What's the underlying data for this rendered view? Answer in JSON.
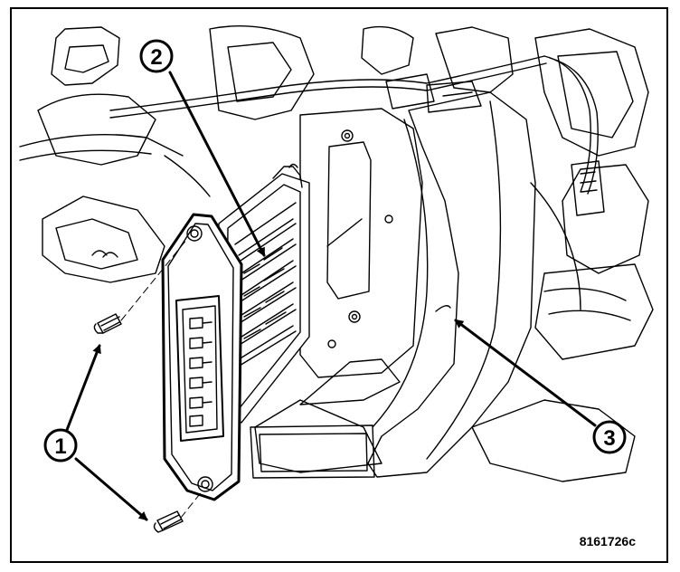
{
  "figure": {
    "code": "8161726c",
    "callouts": [
      {
        "number": "1"
      },
      {
        "number": "2"
      },
      {
        "number": "3"
      }
    ]
  },
  "colors": {
    "line": "#000000",
    "background": "#ffffff"
  }
}
